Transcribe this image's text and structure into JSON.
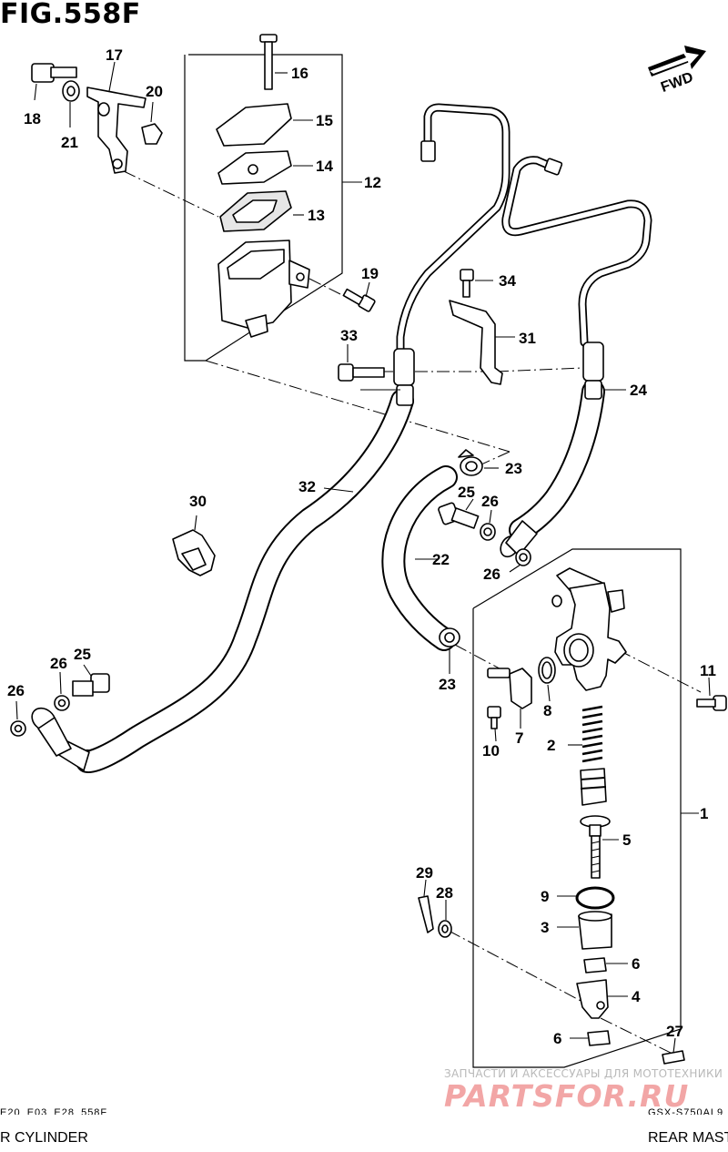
{
  "figure": {
    "title": "FIG.558F"
  },
  "fwd_label": "FWD",
  "callouts": [
    "1",
    "2",
    "3",
    "4",
    "5",
    "6",
    "6",
    "7",
    "8",
    "9",
    "10",
    "11",
    "12",
    "13",
    "14",
    "15",
    "16",
    "17",
    "18",
    "19",
    "20",
    "21",
    "22",
    "23",
    "23",
    "24",
    "25",
    "25",
    "26",
    "26",
    "26",
    "26",
    "27",
    "28",
    "29",
    "30",
    "31",
    "32",
    "33",
    "34"
  ],
  "watermark": {
    "line1": "ЗАПЧАСТИ И АКСЕССУАРЫ ДЛЯ МОТОТЕХНИКИ",
    "line2": "PARTSFOR.RU"
  },
  "footer": {
    "left": "R CYLINDER",
    "right": "REAR MASTER",
    "code_left": "E20_E03_E28_558F",
    "code_right": "GSX-S750AL9"
  }
}
